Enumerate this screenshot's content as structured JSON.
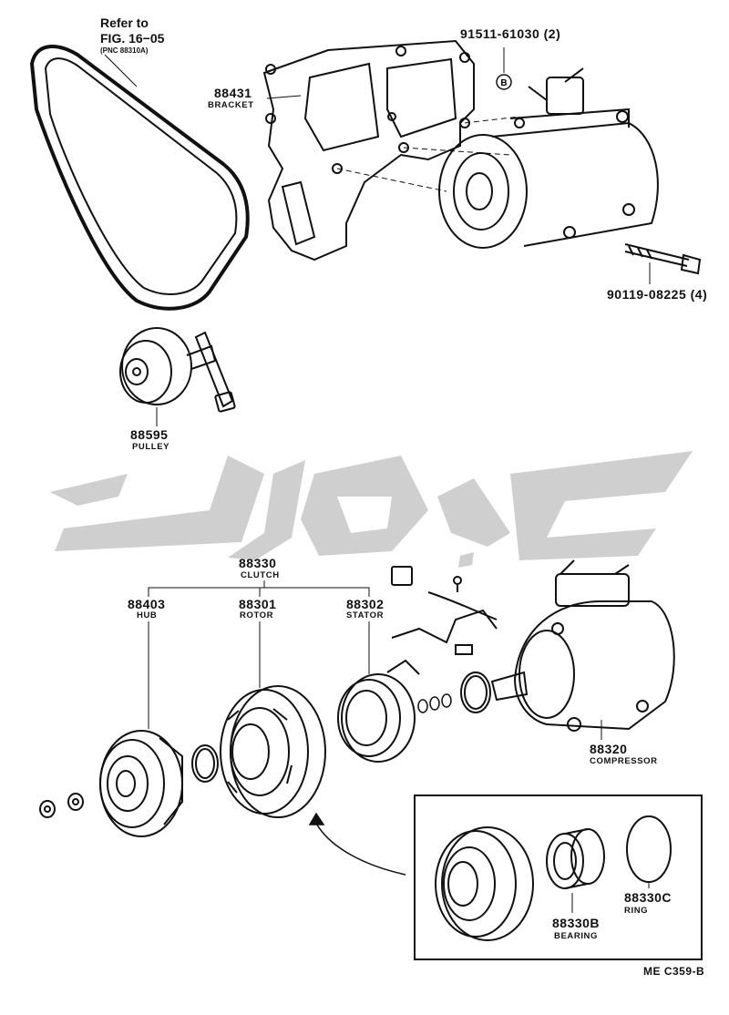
{
  "ref_note": {
    "line1": "Refer to",
    "line2": "FIG. 16−05",
    "line3": "(PNC 88310A)"
  },
  "bracket": {
    "number": "88431",
    "name": "BRACKET"
  },
  "bolt_top": {
    "number": "91511-61030 (2)",
    "marker": "B"
  },
  "bolt_side": {
    "number": "90119-08225 (4)"
  },
  "pulley": {
    "number": "88595",
    "name": "PULLEY"
  },
  "clutch": {
    "number": "88330",
    "name": "CLUTCH"
  },
  "hub": {
    "number": "88403",
    "name": "HUB"
  },
  "rotor": {
    "number": "88301",
    "name": "ROTOR"
  },
  "stator": {
    "number": "88302",
    "name": "STATOR"
  },
  "compressor": {
    "number": "88320",
    "name": "COMPRESSOR"
  },
  "bearing": {
    "number": "88330B",
    "name": "BEARING"
  },
  "ring": {
    "number": "88330C",
    "name": "RING"
  },
  "diagram_code": "ME C359-B"
}
